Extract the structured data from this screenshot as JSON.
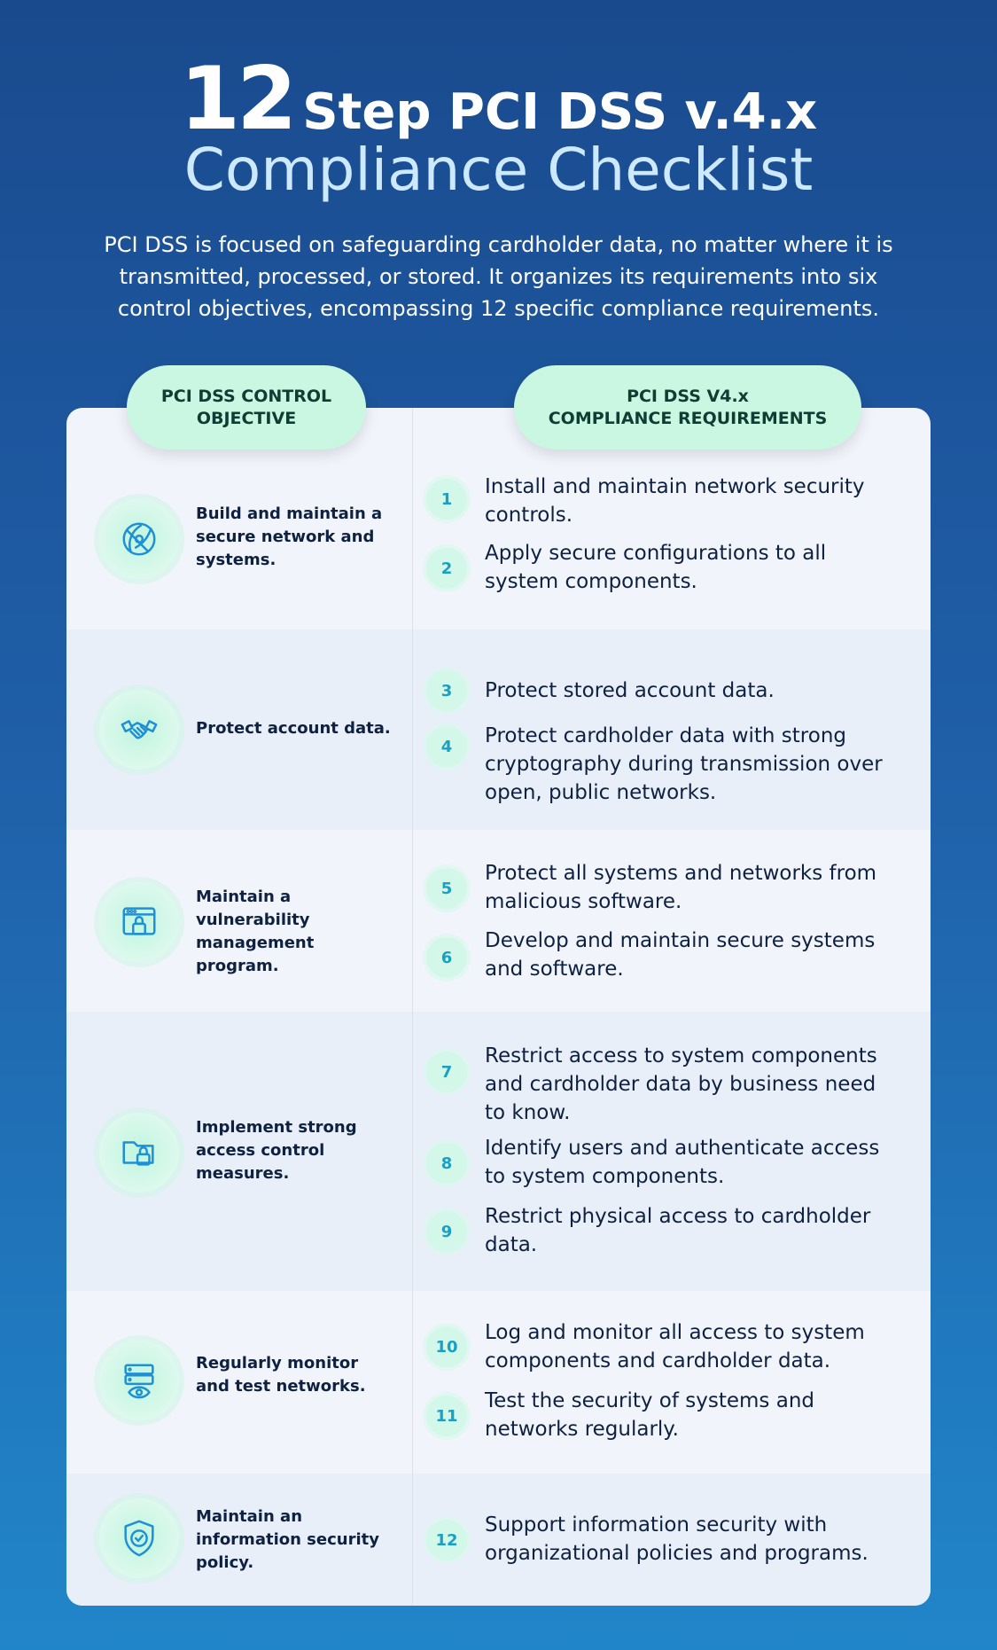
{
  "title": {
    "number": "12",
    "rest": "Step PCI DSS v.4.x",
    "line2": "Compliance Checklist"
  },
  "intro": "PCI DSS is focused on safeguarding cardholder data, no matter where it is transmitted, processed, or stored. It organizes its requirements into six control objectives, encompassing 12 specific compliance requirements.",
  "columns": {
    "left_line1": "PCI DSS CONTROL",
    "left_line2": "OBJECTIVE",
    "right_line1": "PCI DSS V4.x",
    "right_line2": "COMPLIANCE REQUIREMENTS"
  },
  "objectives": [
    {
      "icon": "globe-network-icon",
      "text": "Build and maintain a secure network and systems."
    },
    {
      "icon": "handshake-icon",
      "text": "Protect account data."
    },
    {
      "icon": "browser-lock-icon",
      "text": "Maintain a vulnerability management program."
    },
    {
      "icon": "folder-lock-icon",
      "text": "Implement strong access control measures."
    },
    {
      "icon": "server-eye-icon",
      "text": "Regularly monitor and test networks."
    },
    {
      "icon": "shield-check-icon",
      "text": "Maintain an information security policy."
    }
  ],
  "requirements": [
    {
      "num": "1",
      "text": "Install and maintain network security controls."
    },
    {
      "num": "2",
      "text": "Apply secure configurations to all system components."
    },
    {
      "num": "3",
      "text": "Protect stored account data."
    },
    {
      "num": "4",
      "text": "Protect cardholder data with strong cryptography during transmission over open, public networks."
    },
    {
      "num": "5",
      "text": "Protect all systems and networks from malicious software."
    },
    {
      "num": "6",
      "text": "Develop and maintain secure systems and software."
    },
    {
      "num": "7",
      "text": "Restrict access to system components and cardholder data by business need to know."
    },
    {
      "num": "8",
      "text": "Identify users and authenticate access to system components."
    },
    {
      "num": "9",
      "text": "Restrict physical access to cardholder data."
    },
    {
      "num": "10",
      "text": "Log and monitor all access to system components and cardholder data."
    },
    {
      "num": "11",
      "text": "Test the security of systems and networks regularly."
    },
    {
      "num": "12",
      "text": "Support information security with organizational policies and programs."
    }
  ],
  "colors": {
    "accent_mint": "#c9f7e2",
    "number_teal": "#1aa0c4",
    "icon_blue": "#1f8fd6",
    "background_top": "#1a4a8e",
    "background_bottom": "#2186c9"
  }
}
